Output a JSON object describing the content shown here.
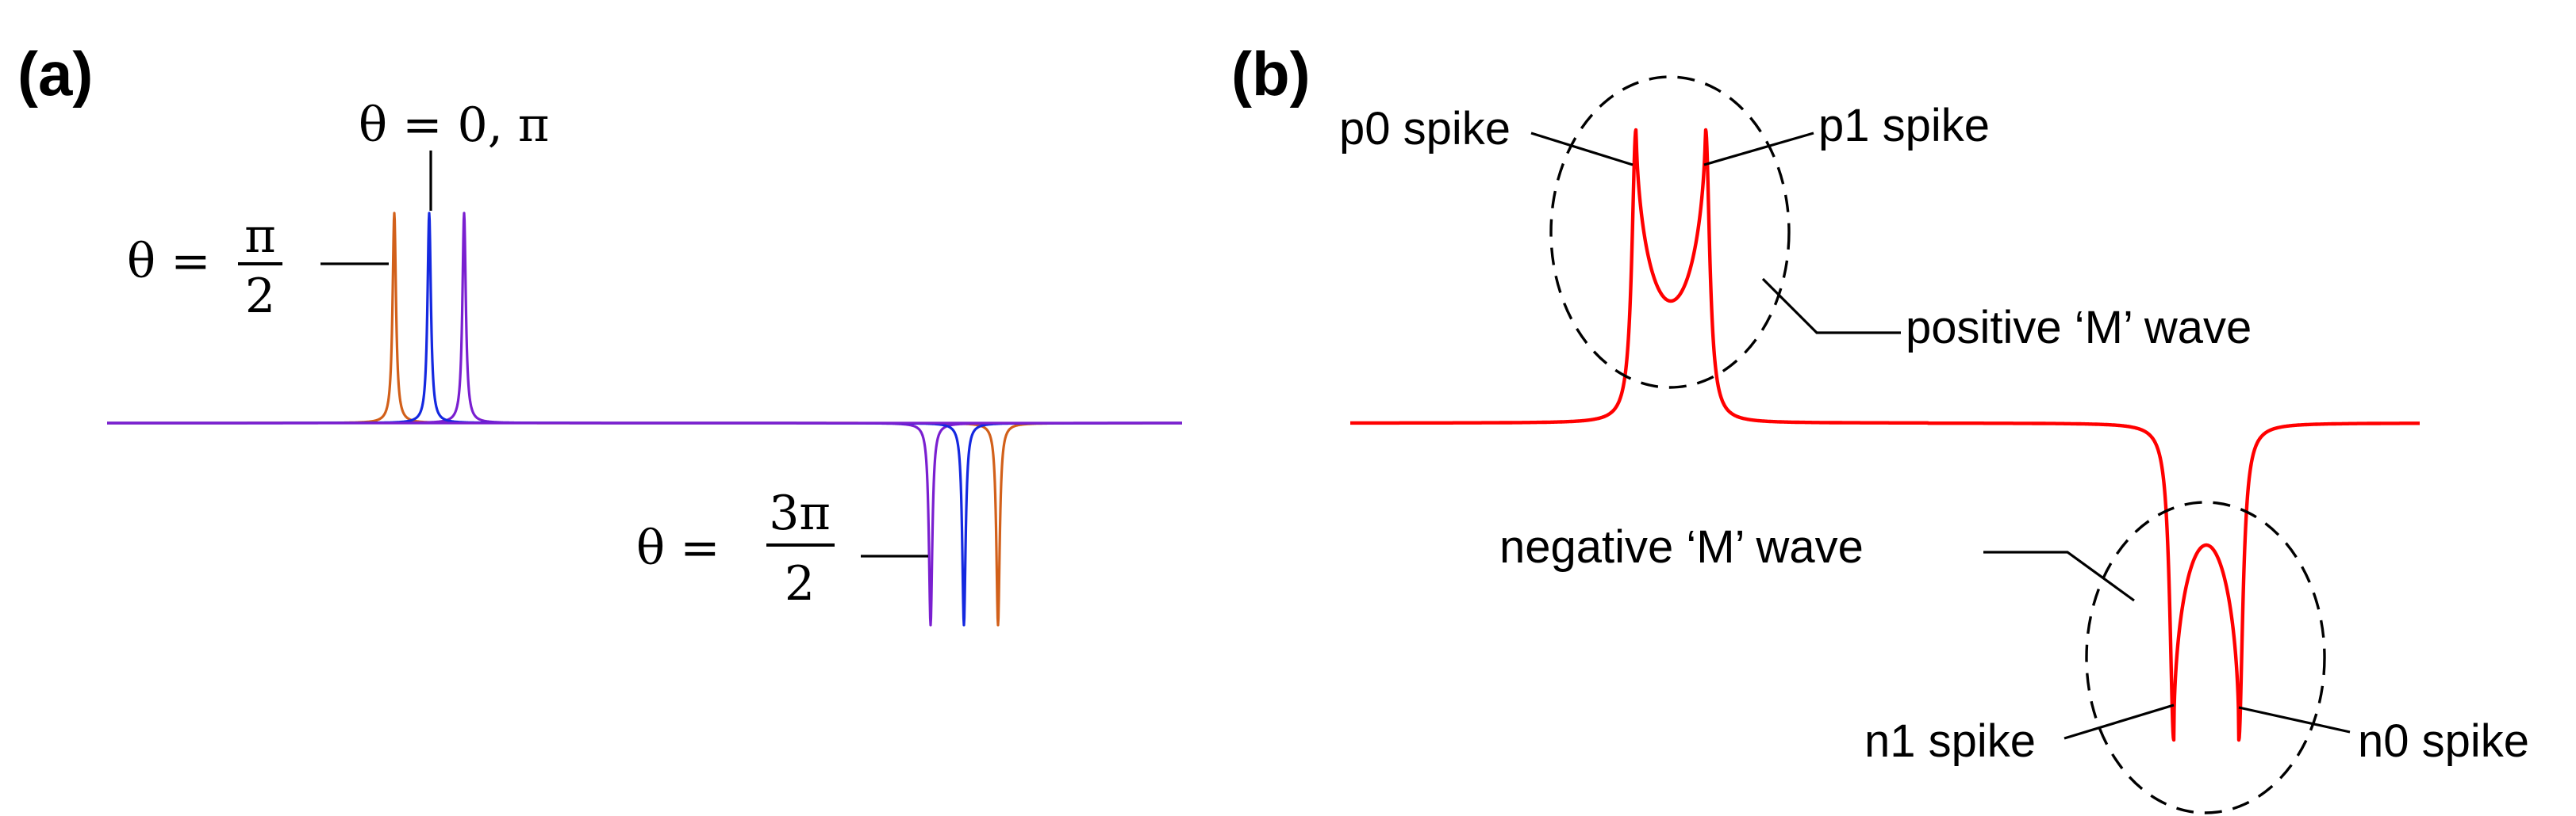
{
  "panel_a": {
    "label": "(a)",
    "annotations": {
      "theta_zero_pi": "θ = 0, π",
      "theta_half_pi": {
        "lhs": "θ =",
        "num": "π",
        "den": "2"
      },
      "theta_three_half_pi": {
        "lhs": "θ =",
        "num": "3π",
        "den": "2"
      }
    },
    "colors": {
      "orange": "#d2601a",
      "blue": "#1428e0",
      "purple": "#7a1fd0"
    }
  },
  "panel_b": {
    "label": "(b)",
    "annotations": {
      "p0": "p0 spike",
      "p1": "p1 spike",
      "positive_wave": "positive ‘M’ wave",
      "negative_wave": "negative ‘M’ wave",
      "n1": "n1 spike",
      "n0": "n0 spike"
    },
    "colors": {
      "wave": "#ff0000",
      "annotation": "#000000"
    }
  }
}
